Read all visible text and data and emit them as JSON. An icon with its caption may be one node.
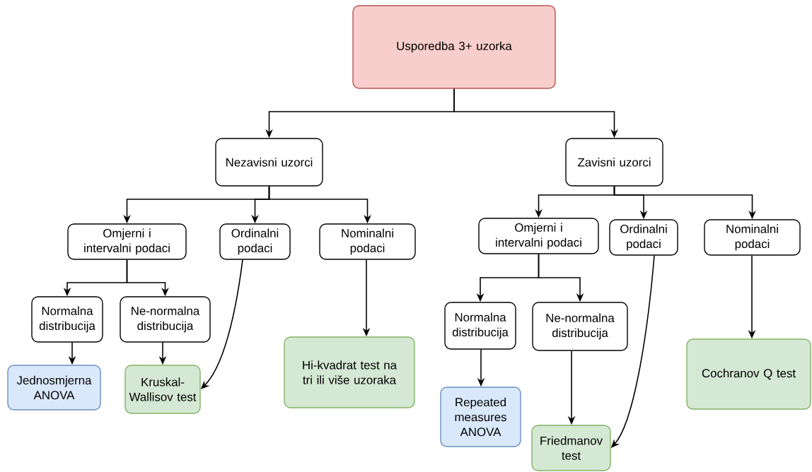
{
  "diagram": {
    "nodes": [
      {
        "text": [
          "Usporedba 3+ uzorka"
        ]
      },
      {
        "text": [
          "Nezavisni uzorci"
        ]
      },
      {
        "text": [
          "Zavisni uzorci"
        ]
      },
      {
        "text": [
          "Omjerni i intervalni podaci"
        ]
      },
      {
        "text": [
          "Ordinalni podaci"
        ]
      },
      {
        "text": [
          "Nominalni podaci"
        ]
      },
      {
        "text": [
          "Normalna distribucija"
        ]
      },
      {
        "text": [
          "Ne-normalna distribucija"
        ]
      },
      {
        "text": [
          "Jednosmjerna ANOVA"
        ]
      },
      {
        "text": [
          "Kruskal-Wallisov test"
        ]
      },
      {
        "text": [
          "Hi-kvadrat test na tri ili više uzoraka"
        ]
      },
      {
        "text": [
          "Omjerni i intervalni podaci"
        ]
      },
      {
        "text": [
          "Ordinalni podaci"
        ]
      },
      {
        "text": [
          "Nominalni podaci"
        ]
      },
      {
        "text": [
          "Normalna distribucija"
        ]
      },
      {
        "text": [
          "Ne-normalna distribucija"
        ]
      },
      {
        "text": [
          "Repeated measures ANOVA"
        ]
      },
      {
        "text": [
          "Friedmanov test"
        ]
      },
      {
        "text": [
          "Cochranov Q test"
        ]
      }
    ],
    "edges": [
      {
        "from": 0,
        "to": 1,
        "arrow": "to"
      },
      {
        "from": 0,
        "to": 2,
        "arrow": "to"
      },
      {
        "from": 1,
        "to": 3,
        "arrow": "to"
      },
      {
        "from": 1,
        "to": 4,
        "arrow": "to"
      },
      {
        "from": 1,
        "to": 5,
        "arrow": "to"
      },
      {
        "from": 3,
        "to": 6,
        "arrow": "to"
      },
      {
        "from": 3,
        "to": 7,
        "arrow": "to"
      },
      {
        "from": 6,
        "to": 8,
        "arrow": "to"
      },
      {
        "from": 7,
        "to": 9,
        "arrow": "to"
      },
      {
        "from": 4,
        "to": 9,
        "arrow": "to"
      },
      {
        "from": 5,
        "to": 10,
        "arrow": "to"
      },
      {
        "from": 2,
        "to": 11,
        "arrow": "to"
      },
      {
        "from": 2,
        "to": 12,
        "arrow": "to"
      },
      {
        "from": 2,
        "to": 13,
        "arrow": "to"
      },
      {
        "from": 11,
        "to": 14,
        "arrow": "to"
      },
      {
        "from": 11,
        "to": 15,
        "arrow": "to"
      },
      {
        "from": 14,
        "to": 16,
        "arrow": "to"
      },
      {
        "from": 15,
        "to": 17,
        "arrow": "to"
      },
      {
        "from": 12,
        "to": 17,
        "arrow": "to"
      },
      {
        "from": 13,
        "to": 18,
        "arrow": "to"
      }
    ]
  }
}
